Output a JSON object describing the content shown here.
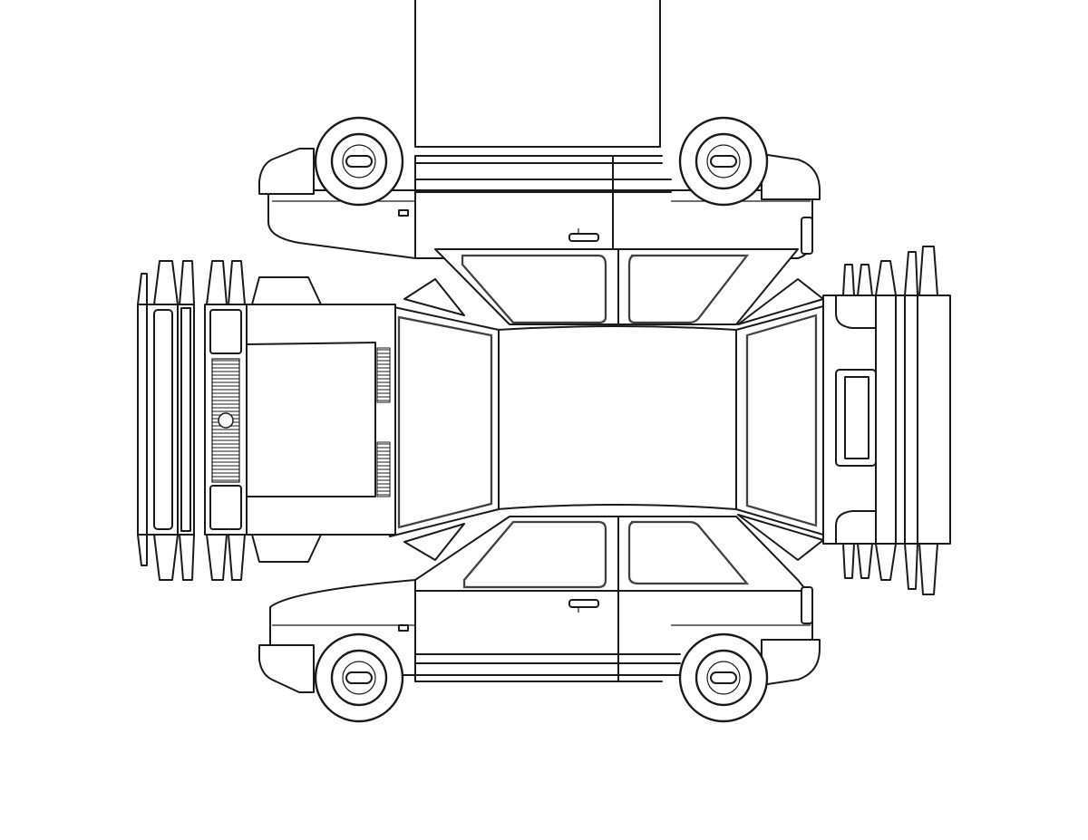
{
  "figure": {
    "kind": "car-body-unfolded-outline",
    "views": [
      "top-view",
      "left-side-view",
      "right-side-view",
      "front-view",
      "rear-view",
      "hood",
      "roof",
      "trunk"
    ],
    "background_color": "#ffffff",
    "line_color": "#1a1a1a"
  }
}
